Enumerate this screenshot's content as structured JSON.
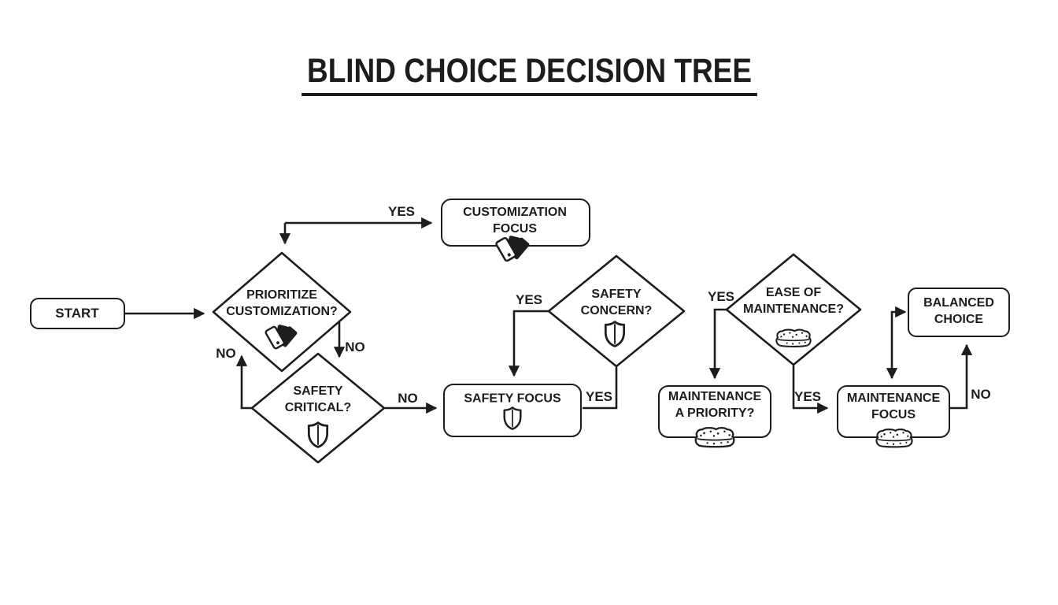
{
  "title": "BLIND CHOICE DECISION TREE",
  "colors": {
    "ink": "#1d1d1d",
    "background": "#ffffff"
  },
  "nodes": {
    "start": {
      "type": "terminator",
      "label": "START"
    },
    "prioritize_customization": {
      "type": "decision",
      "line1": "PRIORITIZE",
      "line2": "CUSTOMIZATION?",
      "icon": "swatch-cards-icon"
    },
    "customization_focus": {
      "type": "process",
      "line1": "CUSTOMIZATION",
      "line2": "FOCUS",
      "icon": "swatch-cards-icon"
    },
    "safety_critical": {
      "type": "decision",
      "line1": "SAFETY",
      "line2": "CRITICAL?",
      "icon": "shield-icon"
    },
    "safety_focus": {
      "type": "process",
      "line1": "SAFETY FOCUS",
      "icon": "shield-icon"
    },
    "safety_concern": {
      "type": "decision",
      "line1": "SAFETY",
      "line2": "CONCERN?",
      "icon": "shield-icon"
    },
    "ease_of_maintenance": {
      "type": "decision",
      "line1": "EASE OF",
      "line2": "MAINTENANCE?",
      "icon": "sponge-icon"
    },
    "maintenance_a_priority": {
      "type": "process",
      "line1": "MAINTENANCE",
      "line2": "A PRIORITY?",
      "icon": "sponge-icon"
    },
    "maintenance_focus": {
      "type": "process",
      "line1": "MAINTENANCE",
      "line2": "FOCUS",
      "icon": "sponge-icon"
    },
    "balanced_choice": {
      "type": "process",
      "line1": "BALANCED",
      "line2": "CHOICE"
    }
  },
  "edge_labels": {
    "customization_yes": "YES",
    "customization_no": "NO",
    "critical_no_left": "NO",
    "critical_no_right": "NO",
    "concern_yes_left": "YES",
    "concern_yes_bottom": "YES",
    "maintenance_yes_left": "YES",
    "maintenance_yes_bottom": "YES",
    "focus_no": "NO"
  }
}
